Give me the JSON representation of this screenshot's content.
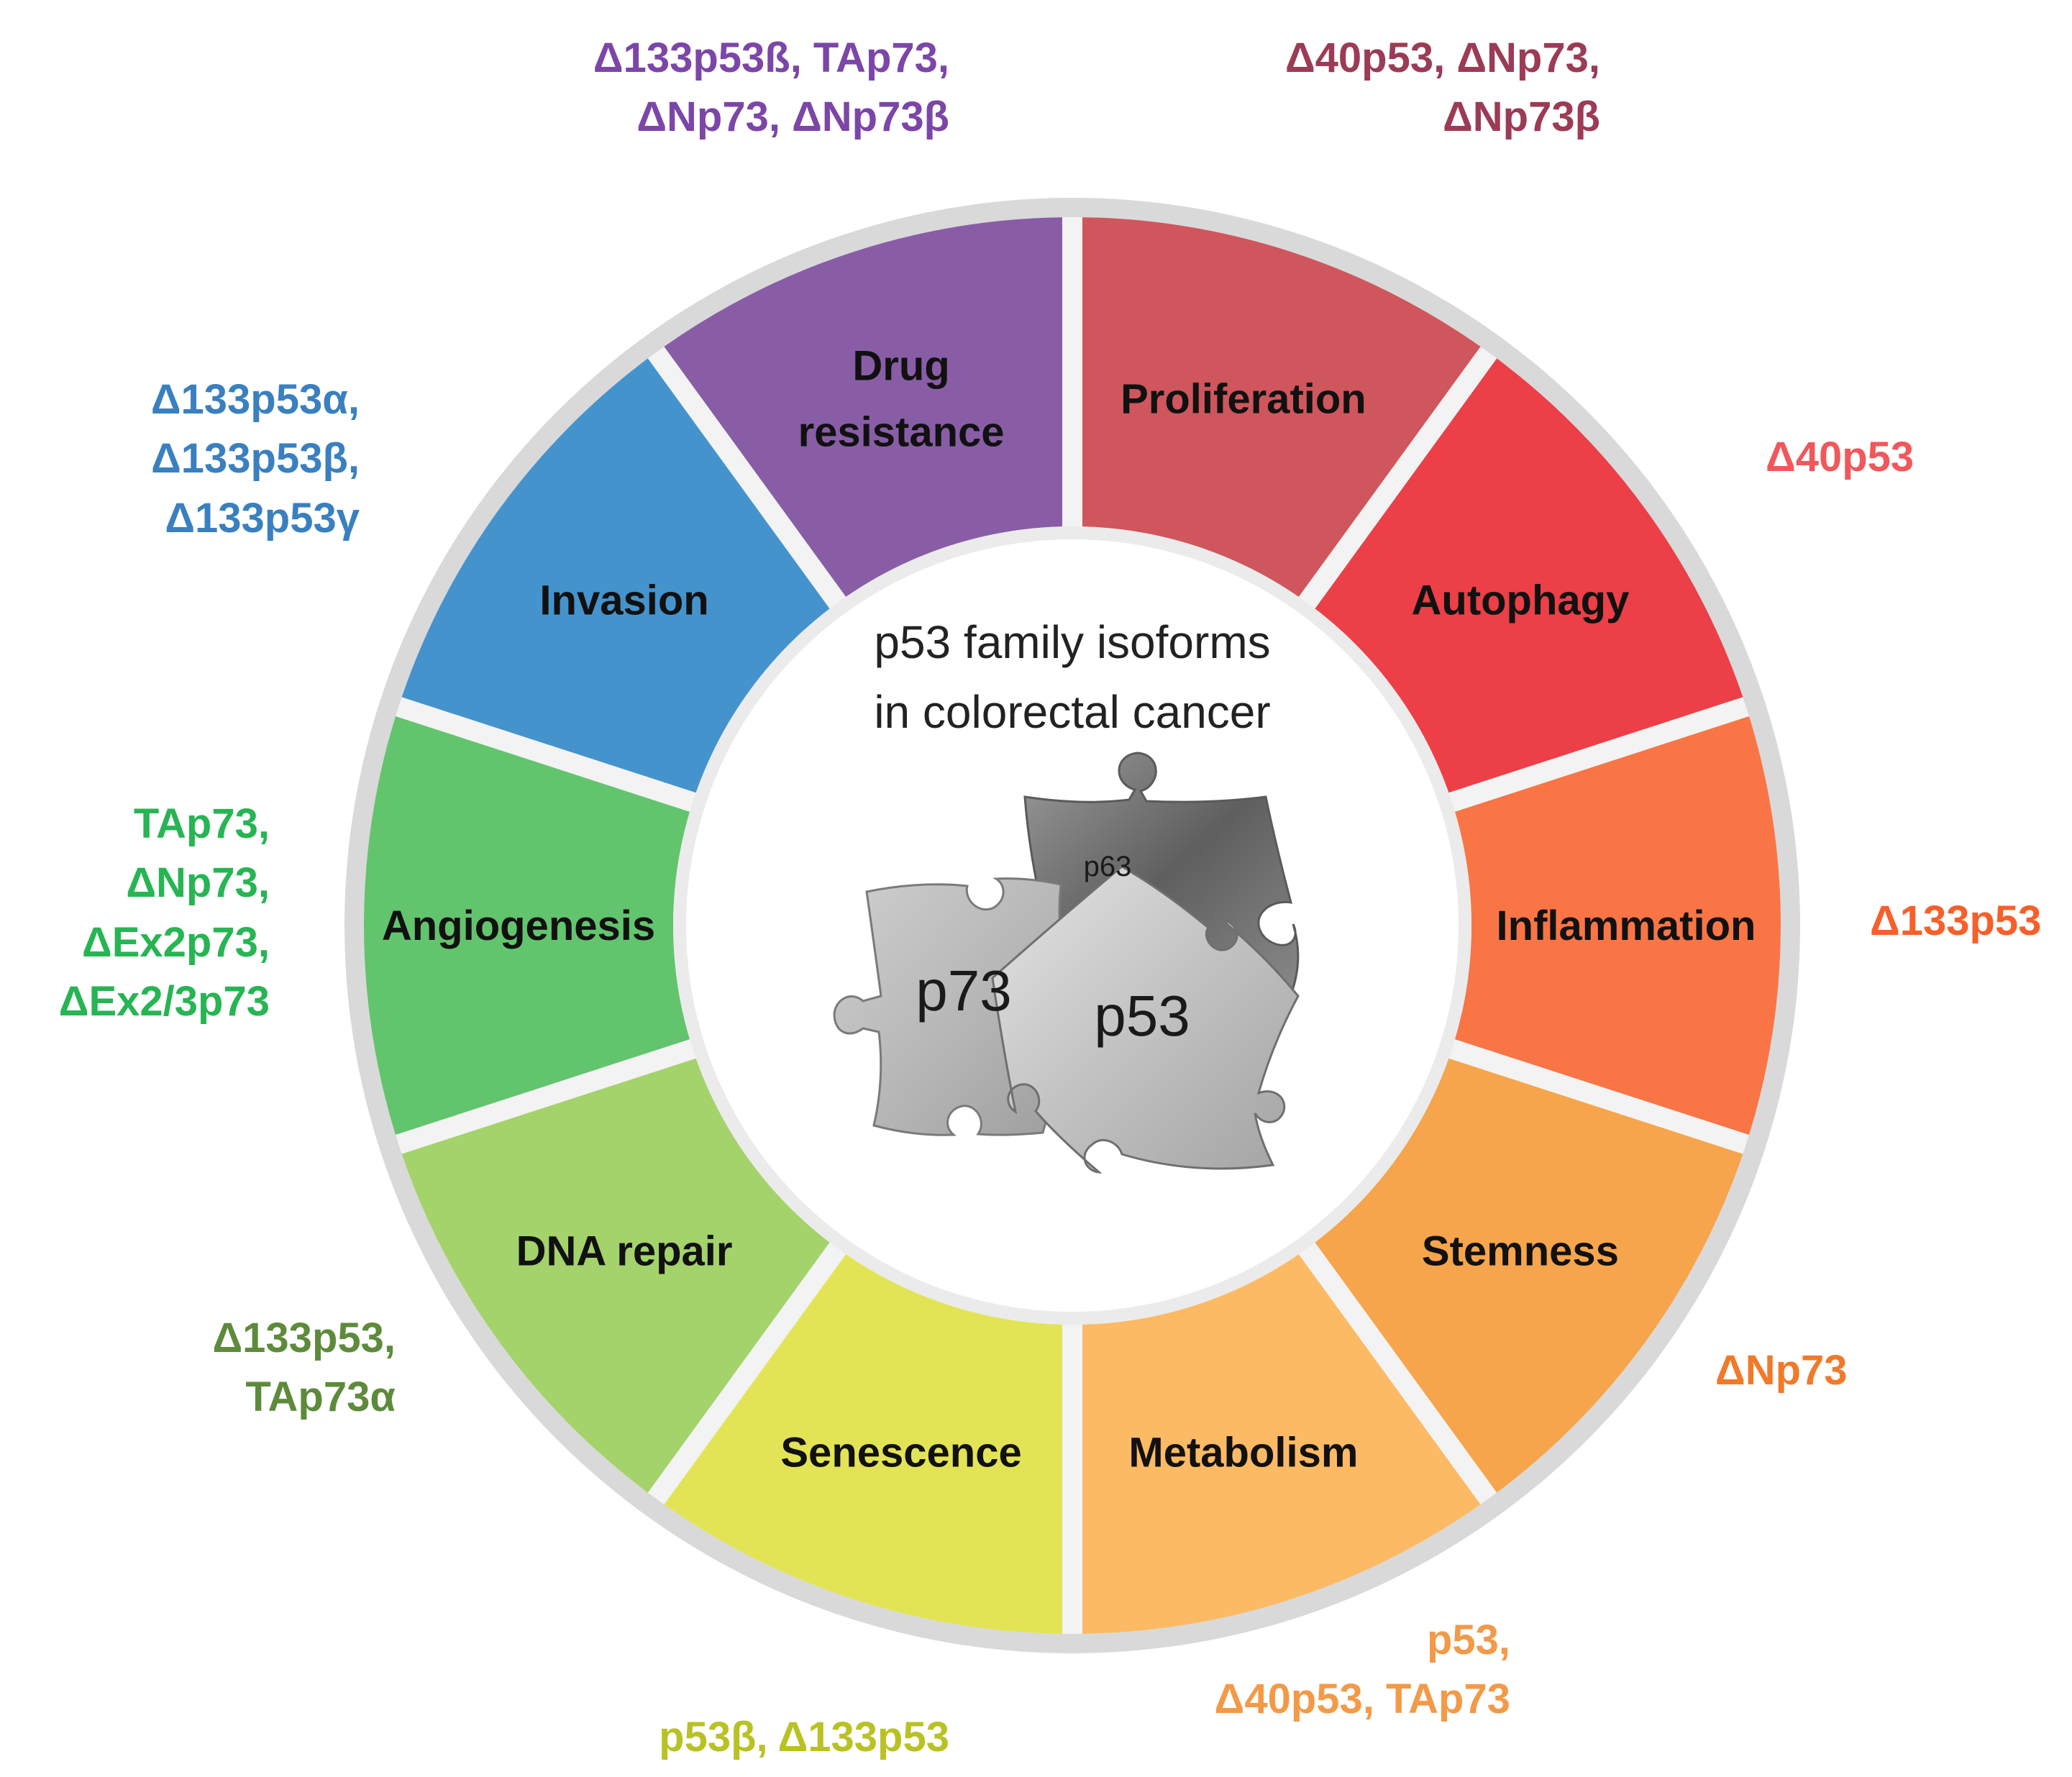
{
  "center": {
    "title_line1": "p53 family isoforms",
    "title_line2": "in colorectal cancer",
    "puzzle": {
      "piece_a": "p63",
      "piece_b": "p73",
      "piece_c": "p53"
    }
  },
  "segments": [
    {
      "id": "proliferation",
      "lines": [
        "Proliferation"
      ],
      "color": "#cf565c",
      "isoforms": {
        "text": "Δ40p53, ΔNp73,\nΔNp73β",
        "color": "#9c3b55"
      }
    },
    {
      "id": "autophagy",
      "lines": [
        "Autophagy"
      ],
      "color": "#ec3f47",
      "isoforms": {
        "text": "Δ40p53",
        "color": "#f0585c"
      }
    },
    {
      "id": "inflammation",
      "lines": [
        "Inflammation"
      ],
      "color": "#f97546",
      "isoforms": {
        "text": "Δ133p53",
        "color": "#f7602a"
      }
    },
    {
      "id": "stemness",
      "lines": [
        "Stemness"
      ],
      "color": "#f6a54c",
      "isoforms": {
        "text": "ΔNp73",
        "color": "#f17a2a"
      }
    },
    {
      "id": "metabolism",
      "lines": [
        "Metabolism"
      ],
      "color": "#fdba64",
      "isoforms": {
        "text": "p53,\nΔ40p53, TAp73",
        "color": "#f29a48"
      }
    },
    {
      "id": "senescence",
      "lines": [
        "Senescence"
      ],
      "color": "#e2e456",
      "isoforms": {
        "text": "p53β, Δ133p53",
        "color": "#b9c224"
      }
    },
    {
      "id": "dna-repair",
      "lines": [
        "DNA repair"
      ],
      "color": "#a4d26b",
      "isoforms": {
        "text": "Δ133p53,\nTAp73α",
        "color": "#5e8b3b"
      }
    },
    {
      "id": "angiogenesis",
      "lines": [
        "Angiogenesis"
      ],
      "color": "#63c46e",
      "isoforms": {
        "text": "TAp73,\nΔNp73,\nΔEx2p73,\nΔEx2/3p73",
        "color": "#27b554"
      }
    },
    {
      "id": "invasion",
      "lines": [
        "Invasion"
      ],
      "color": "#4493cd",
      "isoforms": {
        "text": "Δ133p53α,\nΔ133p53β,\nΔ133p53γ",
        "color": "#3a80c0"
      }
    },
    {
      "id": "drug-resistance",
      "lines": [
        "Drug",
        "resistance"
      ],
      "color": "#895da6",
      "isoforms": {
        "text": "Δ133p53ß, TAp73,\nΔNp73, ΔNp73β",
        "color": "#7c46a8"
      }
    }
  ]
}
